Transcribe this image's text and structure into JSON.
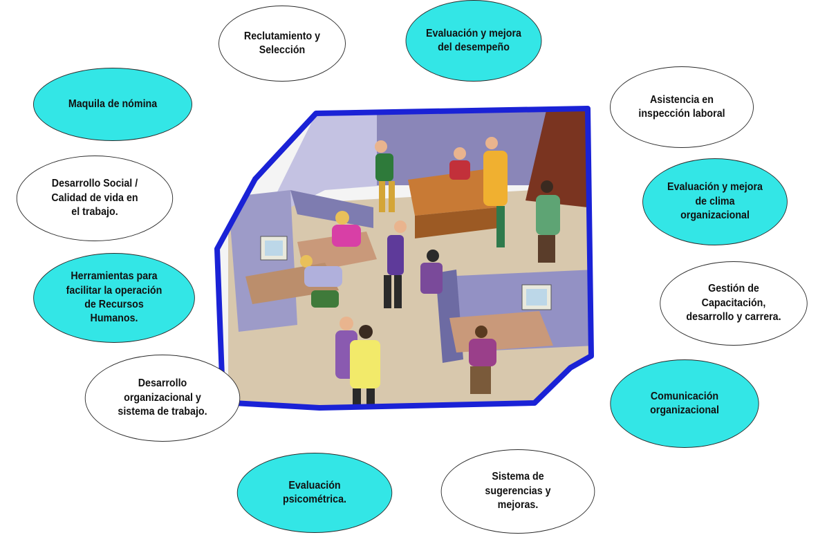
{
  "colors": {
    "cyan_oval": "#33e6e6",
    "white_oval": "#ffffff",
    "frame": "#1a22d6"
  },
  "center_image": {
    "description_icon": "office-workers-illustration-icon"
  },
  "bubbles": [
    {
      "id": "reclutamiento",
      "label": "Reclutamiento y\nSelección",
      "style": "white"
    },
    {
      "id": "evaluacion-desempeno",
      "label": "Evaluación y mejora\ndel desempeño",
      "style": "cyan"
    },
    {
      "id": "maquila",
      "label": "Maquila de nómina",
      "style": "cyan"
    },
    {
      "id": "asistencia",
      "label": "Asistencia en\ninspección laboral",
      "style": "white"
    },
    {
      "id": "desarrollo-social",
      "label": "Desarrollo Social  /\nCalidad de vida en\nel trabajo.",
      "style": "white"
    },
    {
      "id": "clima",
      "label": "Evaluación y mejora\nde clima\norganizacional",
      "style": "cyan"
    },
    {
      "id": "herramientas",
      "label": "Herramientas para\nfacilitar la operación\nde Recursos\nHumanos.",
      "style": "cyan"
    },
    {
      "id": "capacitacion",
      "label": "Gestión de\nCapacitación,\ndesarrollo y carrera.",
      "style": "white"
    },
    {
      "id": "desarrollo-org",
      "label": "Desarrollo\norganizacional y\nsistema de trabajo.",
      "style": "white"
    },
    {
      "id": "comunicacion",
      "label": "Comunicación\norganizacional",
      "style": "cyan"
    },
    {
      "id": "psicometrica",
      "label": "Evaluación\npsicométrica.",
      "style": "cyan"
    },
    {
      "id": "sugerencias",
      "label": "Sistema de\nsugerencias y\nmejoras.",
      "style": "white"
    }
  ]
}
